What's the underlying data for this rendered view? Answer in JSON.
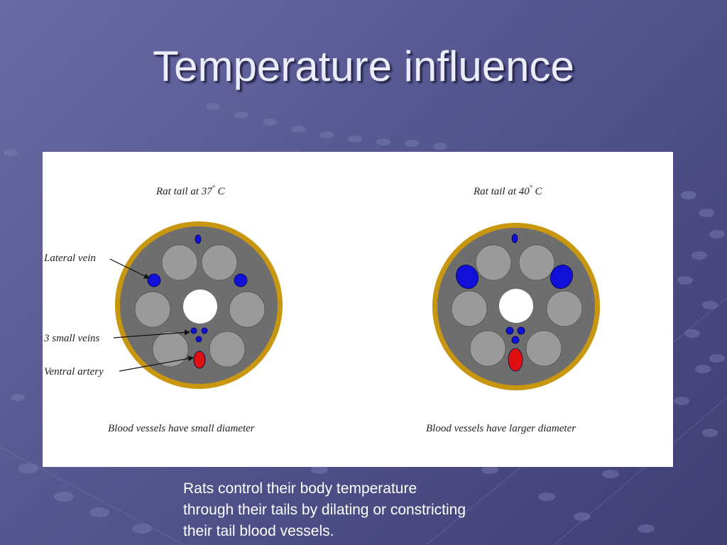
{
  "slide": {
    "title": "Temperature influence"
  },
  "diagram": {
    "left_panel": {
      "title_prefix": "Rat tail at 37",
      "title_suffix": "C",
      "caption": "Blood vessels have small diameter"
    },
    "right_panel": {
      "title_prefix": "Rat tail at 40",
      "title_suffix": "C",
      "caption": "Blood vessels have larger diameter"
    },
    "degree_symbol": "°",
    "labels": {
      "lateral_vein": "Lateral vein",
      "small_veins": "3 small veins",
      "ventral_artery": "Ventral artery"
    },
    "colors": {
      "ring": "#c8960f",
      "tissue": "#6e6e6e",
      "bone": "#9a9a9a",
      "center": "#ffffff",
      "vein": "#1010d8",
      "artery": "#e01010"
    }
  },
  "caption": {
    "lines": [
      "Rats control their body temperature",
      "through their tails by dilating or constricting",
      "their tail blood vessels."
    ]
  }
}
